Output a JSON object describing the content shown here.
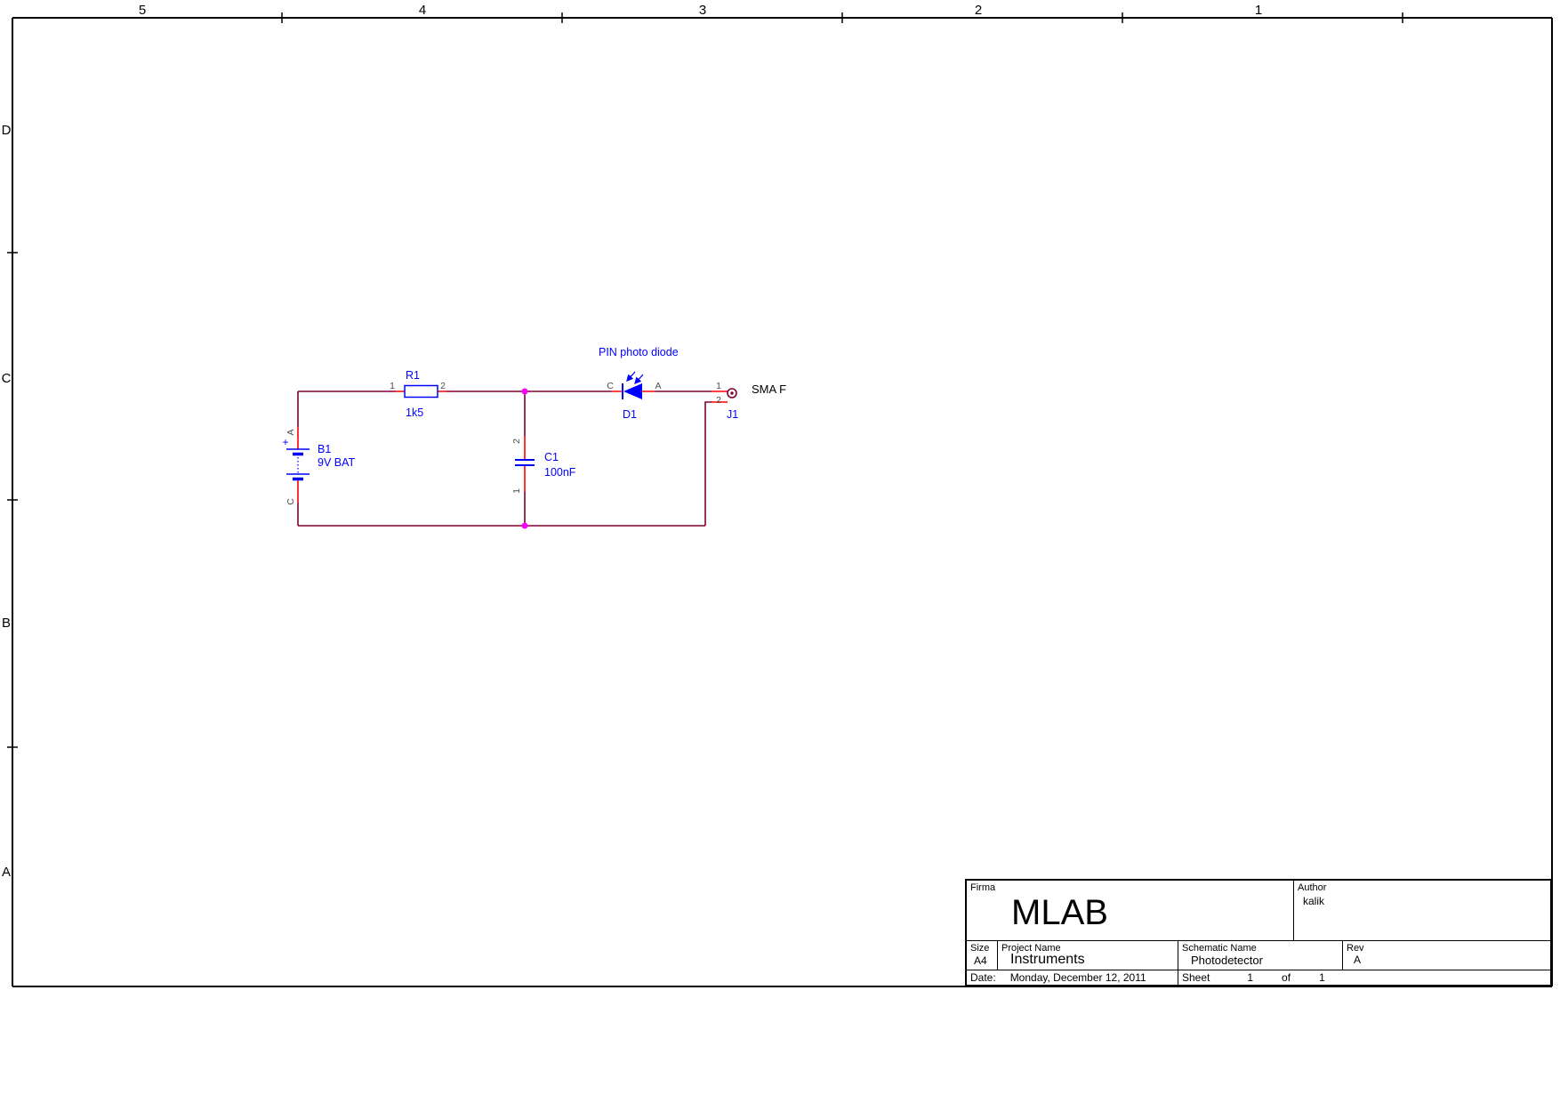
{
  "frame": {
    "columns": [
      "5",
      "4",
      "3",
      "2",
      "1"
    ],
    "rows": [
      "D",
      "C",
      "B",
      "A"
    ]
  },
  "colors": {
    "wire": "#800030",
    "pin": "#ff0000",
    "symbol": "#0000ff",
    "junction": "#ff00ff",
    "frame": "#000000"
  },
  "components": {
    "battery": {
      "ref": "B1",
      "value": "9V BAT",
      "plus": "+",
      "pin_top": "A",
      "pin_bottom": "C"
    },
    "resistor": {
      "ref": "R1",
      "value": "1k5",
      "pin_left": "1",
      "pin_right": "2"
    },
    "capacitor": {
      "ref": "C1",
      "value": "100nF",
      "pin_top": "2",
      "pin_bottom": "1"
    },
    "photodiode": {
      "ref": "D1",
      "note": "PIN photo diode",
      "pin_left": "C",
      "pin_right": "A"
    },
    "connector": {
      "ref": "J1",
      "value": "SMA F",
      "pin_top": "1",
      "pin_bottom": "2"
    }
  },
  "titleblock": {
    "firma_label": "Firma",
    "firma_value": "MLAB",
    "author_label": "Author",
    "author_value": "kalik",
    "size_label": "Size",
    "size_value": "A4",
    "project_label": "Project Name",
    "project_value": "Instruments",
    "schematic_label": "Schematic Name",
    "schematic_value": "Photodetector",
    "rev_label": "Rev",
    "rev_value": "A",
    "date_label": "Date:",
    "date_value": "Monday, December 12, 2011",
    "sheet_label": "Sheet",
    "sheet_num": "1",
    "sheet_of": "of",
    "sheet_total": "1"
  }
}
